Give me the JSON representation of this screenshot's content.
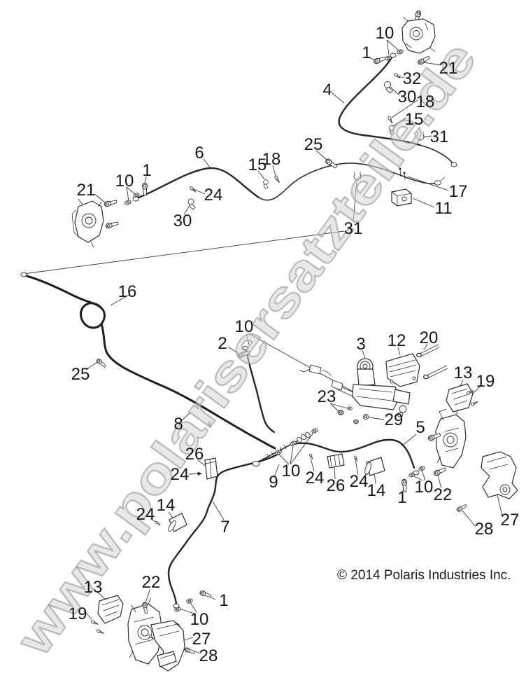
{
  "wm": {
    "text": "www.polarisersatzteile.de"
  },
  "footer": {
    "copyright": "© 2014 Polaris Industries Inc."
  },
  "callouts": [
    {
      "label": "10"
    },
    {
      "label": "1"
    },
    {
      "label": "21"
    },
    {
      "label": "32"
    },
    {
      "label": "30"
    },
    {
      "label": "18"
    },
    {
      "label": "15"
    },
    {
      "label": "31"
    },
    {
      "label": "4"
    },
    {
      "label": "25"
    },
    {
      "label": "6"
    },
    {
      "label": "15"
    },
    {
      "label": "18"
    },
    {
      "label": "1"
    },
    {
      "label": "10"
    },
    {
      "label": "24"
    },
    {
      "label": "21"
    },
    {
      "label": "30"
    },
    {
      "label": "17"
    },
    {
      "label": "11"
    },
    {
      "label": "31"
    },
    {
      "label": "16"
    },
    {
      "label": "25"
    },
    {
      "label": "2"
    },
    {
      "label": "10"
    },
    {
      "label": "8"
    },
    {
      "label": "3"
    },
    {
      "label": "12"
    },
    {
      "label": "20"
    },
    {
      "label": "23"
    },
    {
      "label": "29"
    },
    {
      "label": "13"
    },
    {
      "label": "19"
    },
    {
      "label": "5"
    },
    {
      "label": "26"
    },
    {
      "label": "24"
    },
    {
      "label": "9"
    },
    {
      "label": "10"
    },
    {
      "label": "24"
    },
    {
      "label": "26"
    },
    {
      "label": "24"
    },
    {
      "label": "14"
    },
    {
      "label": "14"
    },
    {
      "label": "24"
    },
    {
      "label": "7"
    },
    {
      "label": "1"
    },
    {
      "label": "10"
    },
    {
      "label": "22"
    },
    {
      "label": "27"
    },
    {
      "label": "28"
    },
    {
      "label": "13"
    },
    {
      "label": "19"
    },
    {
      "label": "22"
    },
    {
      "label": "1"
    },
    {
      "label": "10"
    },
    {
      "label": "27"
    },
    {
      "label": "28"
    }
  ]
}
